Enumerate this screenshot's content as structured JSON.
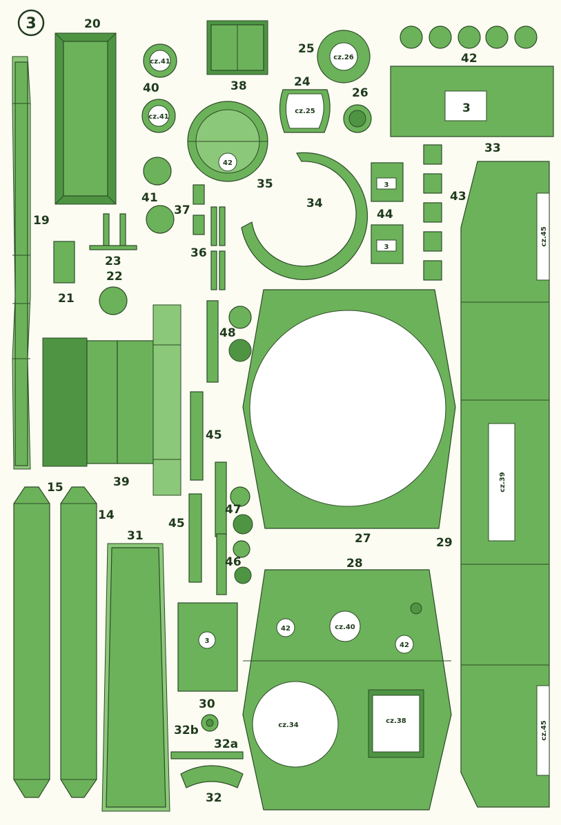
{
  "sheet_number": "3",
  "part_numbers": {
    "p14": "14",
    "p15": "15",
    "p19": "19",
    "p20": "20",
    "p21": "21",
    "p22": "22",
    "p23": "23",
    "p24": "24",
    "p25": "25",
    "p26": "26",
    "p27": "27",
    "p28": "28",
    "p29": "29",
    "p30": "30",
    "p31": "31",
    "p32": "32",
    "p32a": "32a",
    "p32b": "32b",
    "p33": "33",
    "p34": "34",
    "p35": "35",
    "p36": "36",
    "p37": "37",
    "p38": "38",
    "p39": "39",
    "p40": "40",
    "p41": "41",
    "p42a": "42",
    "p43": "43",
    "p44": "44",
    "p45a": "45",
    "p45b": "45",
    "p46": "46",
    "p47": "47",
    "p48": "48"
  },
  "glue_labels": {
    "cz41_top": "cz.41",
    "cz41_bottom": "cz.41",
    "cz26": "cz.26",
    "cz25": "cz.25",
    "n42_on35": "42",
    "n42_on28_left": "42",
    "n42_on28_right": "42",
    "cz40": "cz.40",
    "cz34": "cz.34",
    "cz38": "cz.38",
    "cz45_top": "cz.45",
    "cz39": "cz.39",
    "cz45_bottom": "cz.45",
    "n3_on33": "3",
    "n3_on30": "3",
    "n3_on44a": "3",
    "n3_on44b": "3"
  },
  "colors": {
    "paper": "#fdfcf3",
    "part_green": "#6cb25a",
    "fold_green_light": "#8cc879",
    "fold_green_dark": "#4e9443",
    "outline": "#2b4a27",
    "text": "#1f3a1c"
  }
}
